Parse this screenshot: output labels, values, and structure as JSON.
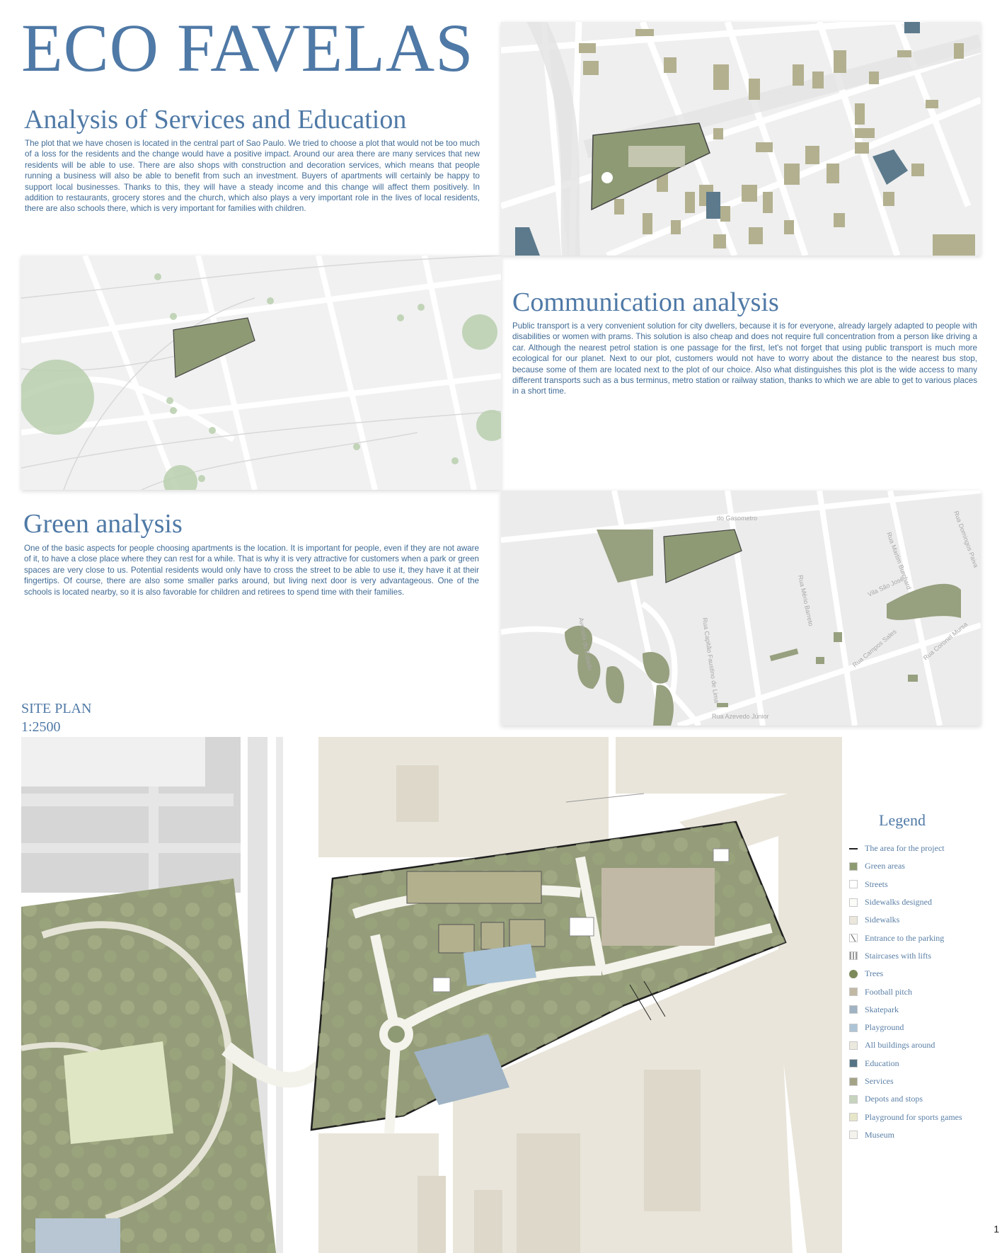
{
  "title": "ECO FAVELAS",
  "sections": {
    "services": {
      "heading": "Analysis of Services and Education",
      "body": "The plot that we have chosen is located in the central part of Sao Paulo. We tried to choose a plot that would not be too much of a loss for the residents and the change would have a positive impact. Around our area there are many services that new residents will be able to use. There are also shops with construction and decoration services, which means that people running a business will also be able to benefit from such an investment. Buyers of apartments will certainly be happy to support local businesses. Thanks to this, they will have a steady income and this change will affect them positively. In addition to restaurants, grocery stores and the church, which also plays a very important role in the lives of local residents, there are also schools there, which is very important for families with children."
    },
    "communication": {
      "heading": "Communication analysis",
      "body": "Public transport is a very convenient solution for city dwellers, because it is for everyone, already largely adapted to people with disabilities or women with prams. This solution is also cheap and does not require full concentration from a person like driving a car. Although the nearest petrol station is one passage for the first, let's not forget that using public transport is much more ecological for our planet. Next to our plot, customers would not have to worry about the distance to the nearest bus stop, because some of them are located next to the plot of our choice. Also what distinguishes this plot is the wide access to many different transports such as a bus terminus, metro station or railway station, thanks to which we are able to get to various places in a short time."
    },
    "green": {
      "heading": "Green analysis",
      "body": "One of the basic aspects for people choosing apartments is the location. It is important for people, even if they are not aware of it, to have a close place where they can rest for a while. That is why it is very attractive for customers when a park or green spaces are very close to us. Potential residents would only have to cross the street to be able to use it, they have it at their fingertips. Of course, there are also some smaller parks around, but living next door is very advantageous. One of the schools is located nearby, so it is also favorable for children and retirees to spend time with their families."
    }
  },
  "site_plan": {
    "label": "SITE PLAN",
    "scale": "1:2500"
  },
  "map_labels": {
    "gasometro": "do Gasometro",
    "estado": "Avenida do Estado",
    "capitao": "Rua Capitão Faustino de Lima",
    "miller": "Rua Mério Barreto",
    "martim": "Rua Martim Burchard",
    "sao_jose": "Vila São José",
    "campos": "Rua Campos Sales",
    "coronel": "Rua Coronel Mursa",
    "azevedo": "Rua Azevedo Júnior",
    "domingos": "Rua Domingos Paiva"
  },
  "legend": {
    "title": "Legend",
    "items": [
      {
        "label": "The area for the project",
        "kind": "line",
        "color": "#222222"
      },
      {
        "label": "Green areas",
        "kind": "box",
        "color": "#8e9a72"
      },
      {
        "label": "Streets",
        "kind": "box",
        "color": "#ffffff"
      },
      {
        "label": "Sidewalks designed",
        "kind": "box",
        "color": "#fbfbf8"
      },
      {
        "label": "Sidewalks",
        "kind": "box",
        "color": "#ebe7dc"
      },
      {
        "label": "Entrance to the parking",
        "kind": "parking",
        "color": "#ffffff"
      },
      {
        "label": "Staircases with lifts",
        "kind": "stairs",
        "color": "#9a9a9a"
      },
      {
        "label": "Trees",
        "kind": "tree",
        "color": "#7d8a5a"
      },
      {
        "label": "Football pitch",
        "kind": "box",
        "color": "#c2b9a4"
      },
      {
        "label": "Skatepark",
        "kind": "box",
        "color": "#9fb3c3"
      },
      {
        "label": "Playground",
        "kind": "box",
        "color": "#adc4d6"
      },
      {
        "label": "All buildings around",
        "kind": "box",
        "color": "#ece9df"
      },
      {
        "label": "Education",
        "kind": "box",
        "color": "#557384"
      },
      {
        "label": "Services",
        "kind": "box",
        "color": "#a5a386"
      },
      {
        "label": "Depots and stops",
        "kind": "box",
        "color": "#c6d3bd"
      },
      {
        "label": "Playground for sports games",
        "kind": "box",
        "color": "#e6e6c9"
      },
      {
        "label": "Museum",
        "kind": "box",
        "color": "#f4f2ec"
      }
    ]
  },
  "page_number": "1"
}
